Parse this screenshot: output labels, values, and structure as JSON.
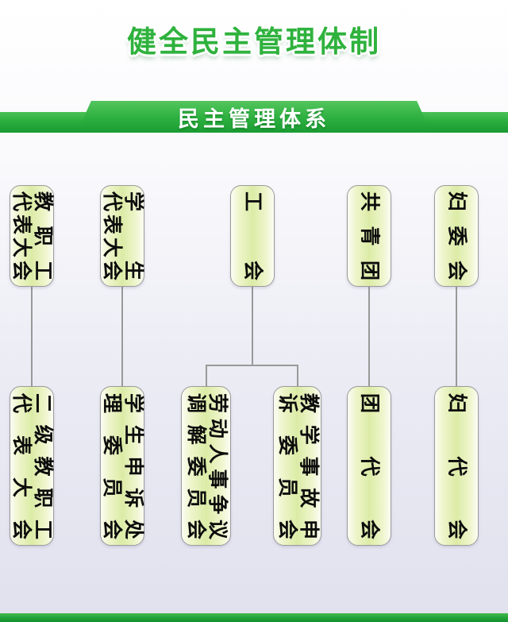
{
  "page": {
    "title": "健全民主管理体制",
    "banner": "民主管理体系"
  },
  "theme": {
    "accent_green": "#2fb23d",
    "ribbon_green": "#1a9c33",
    "node_fill": "#dbeca6",
    "node_border": "#9b9b9b",
    "background_tint": "#e1e1ee",
    "connector_color": "#999999",
    "text_color": "#0c0c0c"
  },
  "org": {
    "top": [
      {
        "name": "教职工代表大会",
        "label": "教职工\n代表大会"
      },
      {
        "name": "学生代表大会",
        "label": "学生\n代表大会"
      },
      {
        "name": "工会",
        "label": "工会"
      },
      {
        "name": "共青团",
        "label": "共青团"
      },
      {
        "name": "妇委会",
        "label": "妇委会"
      }
    ],
    "bottom": [
      {
        "name": "二级教职工代表大会",
        "label": "二级教职工\n代表大会"
      },
      {
        "name": "学生申诉处理委员会",
        "label": "学生申诉处\n理委员会"
      },
      {
        "name": "劳动人事争议调解委员会",
        "label": "劳动人事争议\n调解委员会"
      },
      {
        "name": "教学事故申诉委员会",
        "label": "教学事故申\n诉委员会"
      },
      {
        "name": "团代会",
        "label": "团代会"
      },
      {
        "name": "妇代会",
        "label": "妇代会"
      }
    ],
    "links": [
      {
        "from": "教职工代表大会",
        "to": "二级教职工代表大会"
      },
      {
        "from": "学生代表大会",
        "to": "学生申诉处理委员会"
      },
      {
        "from": "工会",
        "to": "劳动人事争议调解委员会"
      },
      {
        "from": "工会",
        "to": "教学事故申诉委员会"
      },
      {
        "from": "共青团",
        "to": "团代会"
      },
      {
        "from": "妇委会",
        "to": "妇代会"
      }
    ]
  }
}
